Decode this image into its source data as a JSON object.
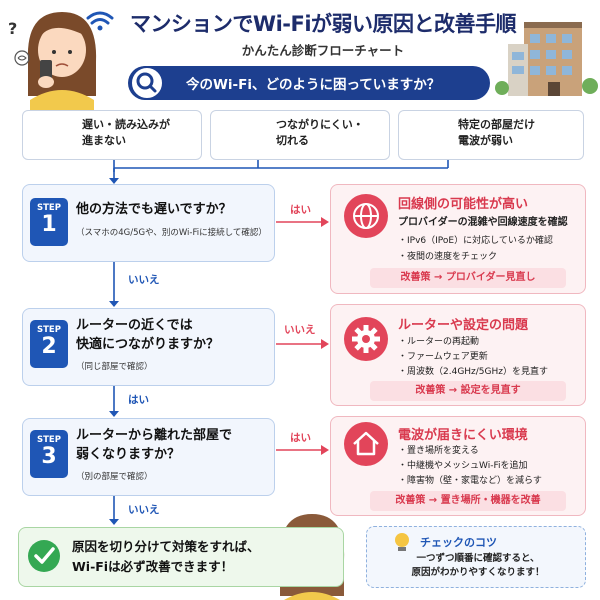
{
  "header": {
    "title": "マンションでWi-Fiが弱い原因と改善手順",
    "subtitle": "かんたん診断フローチャート",
    "question": "今のWi-Fi、どのように困っていますか？"
  },
  "symptoms": [
    {
      "line1": "遅い・読み込みが",
      "line2": "進まない",
      "icon": "loading-spinner-icon"
    },
    {
      "line1": "つながりにくい・",
      "line2": "切れる",
      "icon": "wifi-off-icon"
    },
    {
      "line1": "特定の部屋だけ",
      "line2": "電波が弱い",
      "icon": "signal-bars-icon"
    }
  ],
  "steps": [
    {
      "label": "STEP",
      "num": "1",
      "q1": "他の方法でも遅いですか？",
      "q2": "",
      "note": "（スマホの4G/5Gや、別のWi-Fiに接続して確認）"
    },
    {
      "label": "STEP",
      "num": "2",
      "q1": "ルーターの近くでは",
      "q2": "快適につながりますか？",
      "note": "（同じ部屋で確認）"
    },
    {
      "label": "STEP",
      "num": "3",
      "q1": "ルーターから離れた部屋で",
      "q2": "弱くなりますか？",
      "note": "（別の部屋で確認）"
    }
  ],
  "answers": {
    "s1_right": "はい",
    "s1_down": "いいえ",
    "s2_right": "いいえ",
    "s2_down": "はい",
    "s3_right": "はい",
    "s3_down": "いいえ"
  },
  "results": [
    {
      "title": "回線側の可能性が高い",
      "desc": "プロバイダーの混雑や回線速度を確認",
      "bullets": [
        "・IPv6（IPoE）に対応しているか確認",
        "・夜間の速度をチェック"
      ],
      "action": "改善策 → プロバイダー見直し",
      "icon": "globe-icon"
    },
    {
      "title": "ルーターや設定の問題",
      "desc": "",
      "bullets": [
        "・ルーターの再起動",
        "・ファームウェア更新",
        "・周波数（2.4GHz/5GHz）を見直す"
      ],
      "action": "改善策 → 設定を見直す",
      "icon": "gear-icon"
    },
    {
      "title": "電波が届きにくい環境",
      "desc": "",
      "bullets": [
        "・置き場所を変える",
        "・中継機やメッシュWi-Fiを追加",
        "・障害物（壁・家電など）を減らす"
      ],
      "action": "改善策 → 置き場所・機器を改善",
      "icon": "house-icon"
    }
  ],
  "final": {
    "line1": "原因を切り分けて対策をすれば、",
    "line2": "Wi-Fiは必ず改善できます！"
  },
  "tip": {
    "title": "チェックのコツ",
    "line1": "一つずつ順番に確認すると、",
    "line2": "原因がわかりやすくなります！"
  },
  "colors": {
    "navy": "#1d3f8f",
    "step_blue": "#1f56b5",
    "result_red": "#e2455a",
    "final_green": "#34a853"
  }
}
